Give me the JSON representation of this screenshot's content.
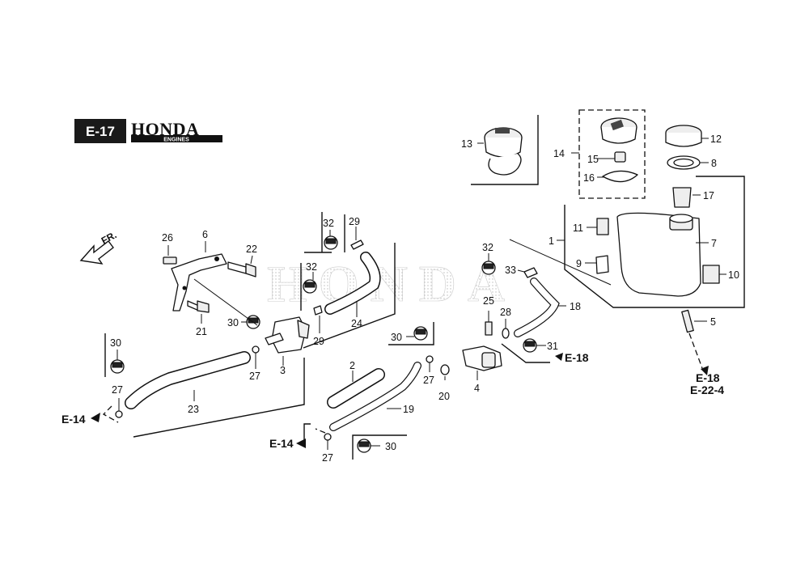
{
  "header": {
    "section_code": "E-17",
    "brand": "HONDA",
    "brand_sub": "ENGINES",
    "watermark": "HONDA"
  },
  "direction_label": "FR.",
  "callouts": {
    "c1": "1",
    "c2": "2",
    "c3": "3",
    "c4": "4",
    "c5": "5",
    "c6": "6",
    "c7": "7",
    "c8": "8",
    "c9": "9",
    "c10": "10",
    "c11": "11",
    "c12": "12",
    "c13": "13",
    "c14": "14",
    "c15": "15",
    "c16": "16",
    "c17": "17",
    "c19": "19",
    "c20": "20",
    "c21": "21",
    "c22": "22",
    "c23": "23",
    "c24": "24",
    "c25": "25",
    "c26": "26",
    "c27a": "27",
    "c27b": "27",
    "c27c": "27",
    "c27d": "27",
    "c28": "28",
    "c29a": "29",
    "c29b": "29",
    "c30a": "30",
    "c30b": "30",
    "c30c": "30",
    "c30d": "30",
    "c31": "31",
    "c32a": "32",
    "c32b": "32",
    "c32c": "32",
    "c33": "33"
  },
  "references": {
    "e18_right": "E-18",
    "e18_bottom": "E-18",
    "e22_4": "E-22-4",
    "e14_left": "E-14",
    "e14_mid": "E-14"
  },
  "colors": {
    "ink": "#111111",
    "badge": "#1a1a1a",
    "badge_text": "#ffffff",
    "watermark": "#d0d0d0"
  }
}
